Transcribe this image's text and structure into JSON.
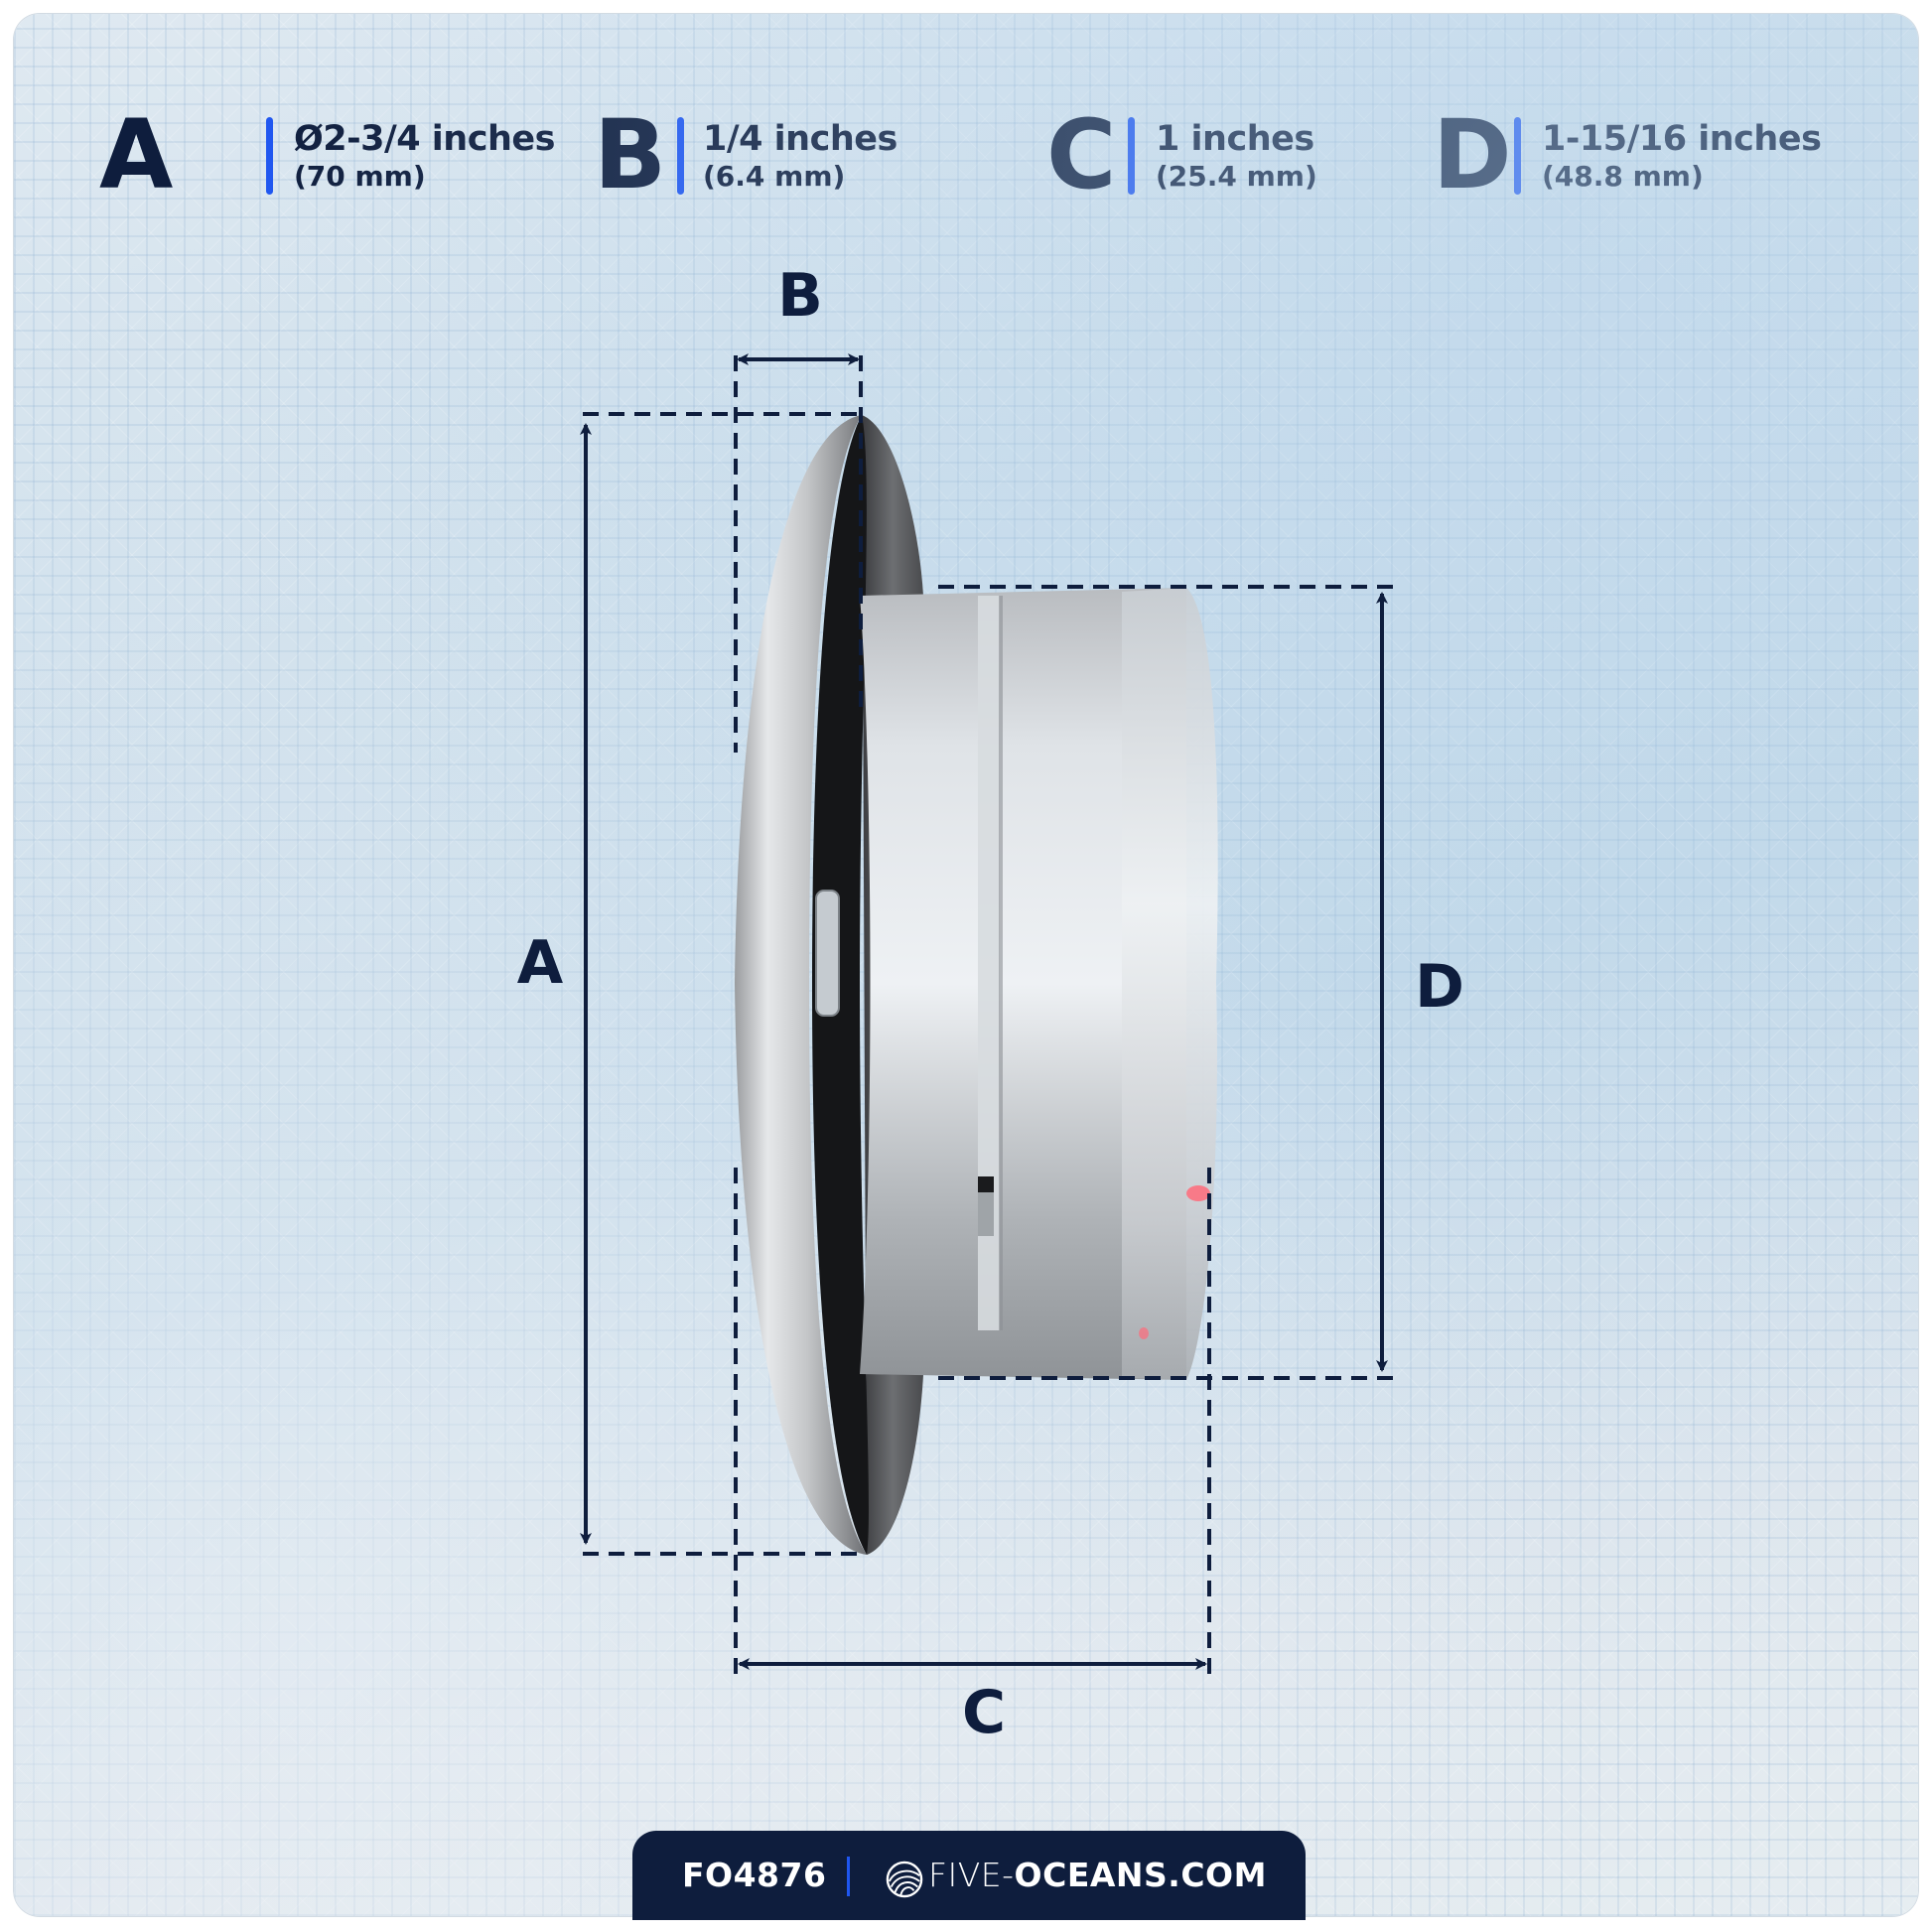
{
  "specs": [
    {
      "letter": "A",
      "inches": "Ø2-3/4 inches",
      "mm": "(70 mm)"
    },
    {
      "letter": "B",
      "inches": "1/4 inches",
      "mm": "(6.4 mm)"
    },
    {
      "letter": "C",
      "inches": "1 inches",
      "mm": "(25.4 mm)"
    },
    {
      "letter": "D",
      "inches": "1-15/16 inches",
      "mm": "(48.8 mm)"
    }
  ],
  "diagram": {
    "labels": {
      "A": "A",
      "B": "B",
      "C": "C",
      "D": "D"
    }
  },
  "footer": {
    "product_code": "FO4876",
    "site_prefix": "FIVE-",
    "site_main": "OCEANS.COM",
    "logo_icon": "wave-globe-icon"
  },
  "colors": {
    "navy": "#0e1d3d",
    "accent_blue": "#1f56f0"
  }
}
